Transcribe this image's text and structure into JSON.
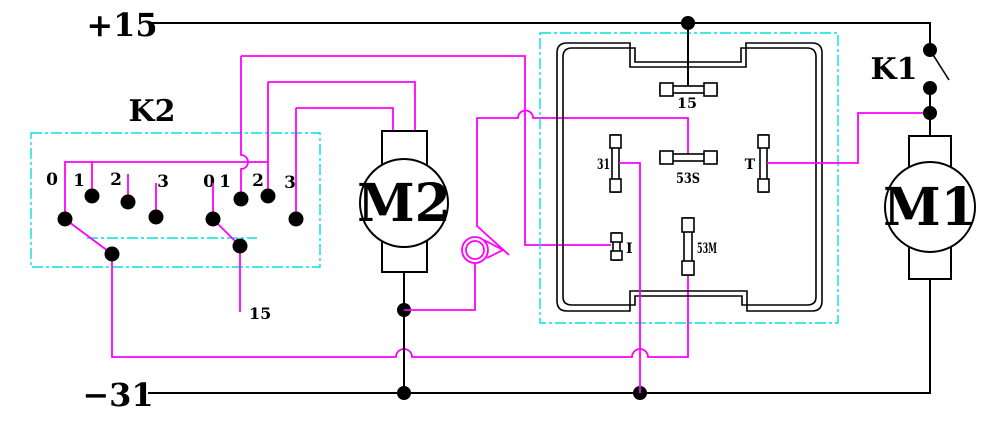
{
  "colors": {
    "wire": "#ff00ff",
    "box": "#00e0e0",
    "line": "#000000",
    "background": "#ffffff"
  },
  "power": {
    "positive_label": "+15",
    "negative_label": "−31"
  },
  "switch_k1": {
    "label": "K1"
  },
  "switch_k2": {
    "label": "K2",
    "bank_a_positions": [
      "0",
      "1",
      "2",
      "3"
    ],
    "bank_b_positions": [
      "0",
      "1",
      "2",
      "3"
    ],
    "feed_label": "15"
  },
  "motor_m1": {
    "label": "M1"
  },
  "motor_m2": {
    "label": "M2"
  },
  "relay": {
    "terminals": {
      "t15": "15",
      "t31": "31",
      "t53s": "53S",
      "tt": "T",
      "ti": "I",
      "t53m": "53M"
    }
  }
}
